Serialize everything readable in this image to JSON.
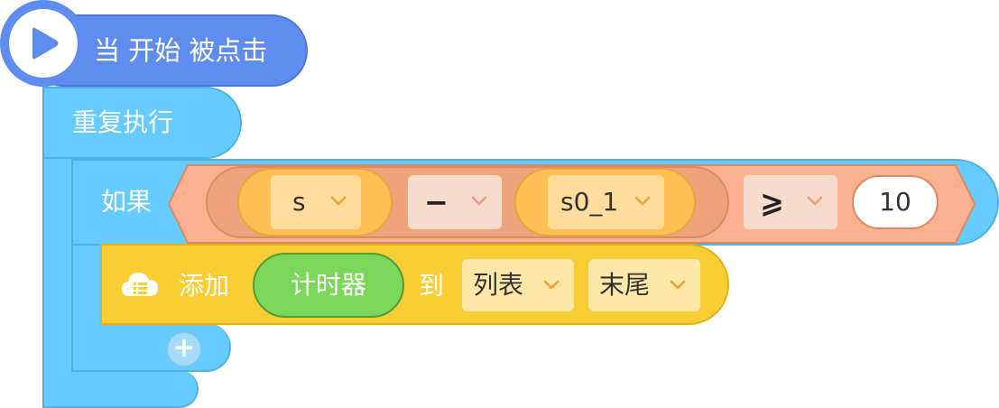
{
  "hat": {
    "label": "当 开始 被点击",
    "icon": "play-icon",
    "color": "#5e8def"
  },
  "repeat": {
    "label": "重复执行",
    "color": "#66ccff"
  },
  "if": {
    "label": "如果",
    "condition": {
      "left": {
        "variable": "s",
        "operator": "−",
        "variable2": "s0_1"
      },
      "comparator": "⩾",
      "right_value": "10"
    },
    "add_icon": "plus-icon"
  },
  "add_to_list": {
    "label_add": "添加",
    "item": "计时器",
    "label_to": "到",
    "list": "列表",
    "position": "末尾",
    "icon": "cloud-list-icon",
    "color": "#f9cd34"
  },
  "colors": {
    "operator": "#eea37d",
    "variable": "#ffbf55",
    "sensor": "#7ad75a",
    "control": "#66ccff",
    "event": "#5e8def"
  }
}
